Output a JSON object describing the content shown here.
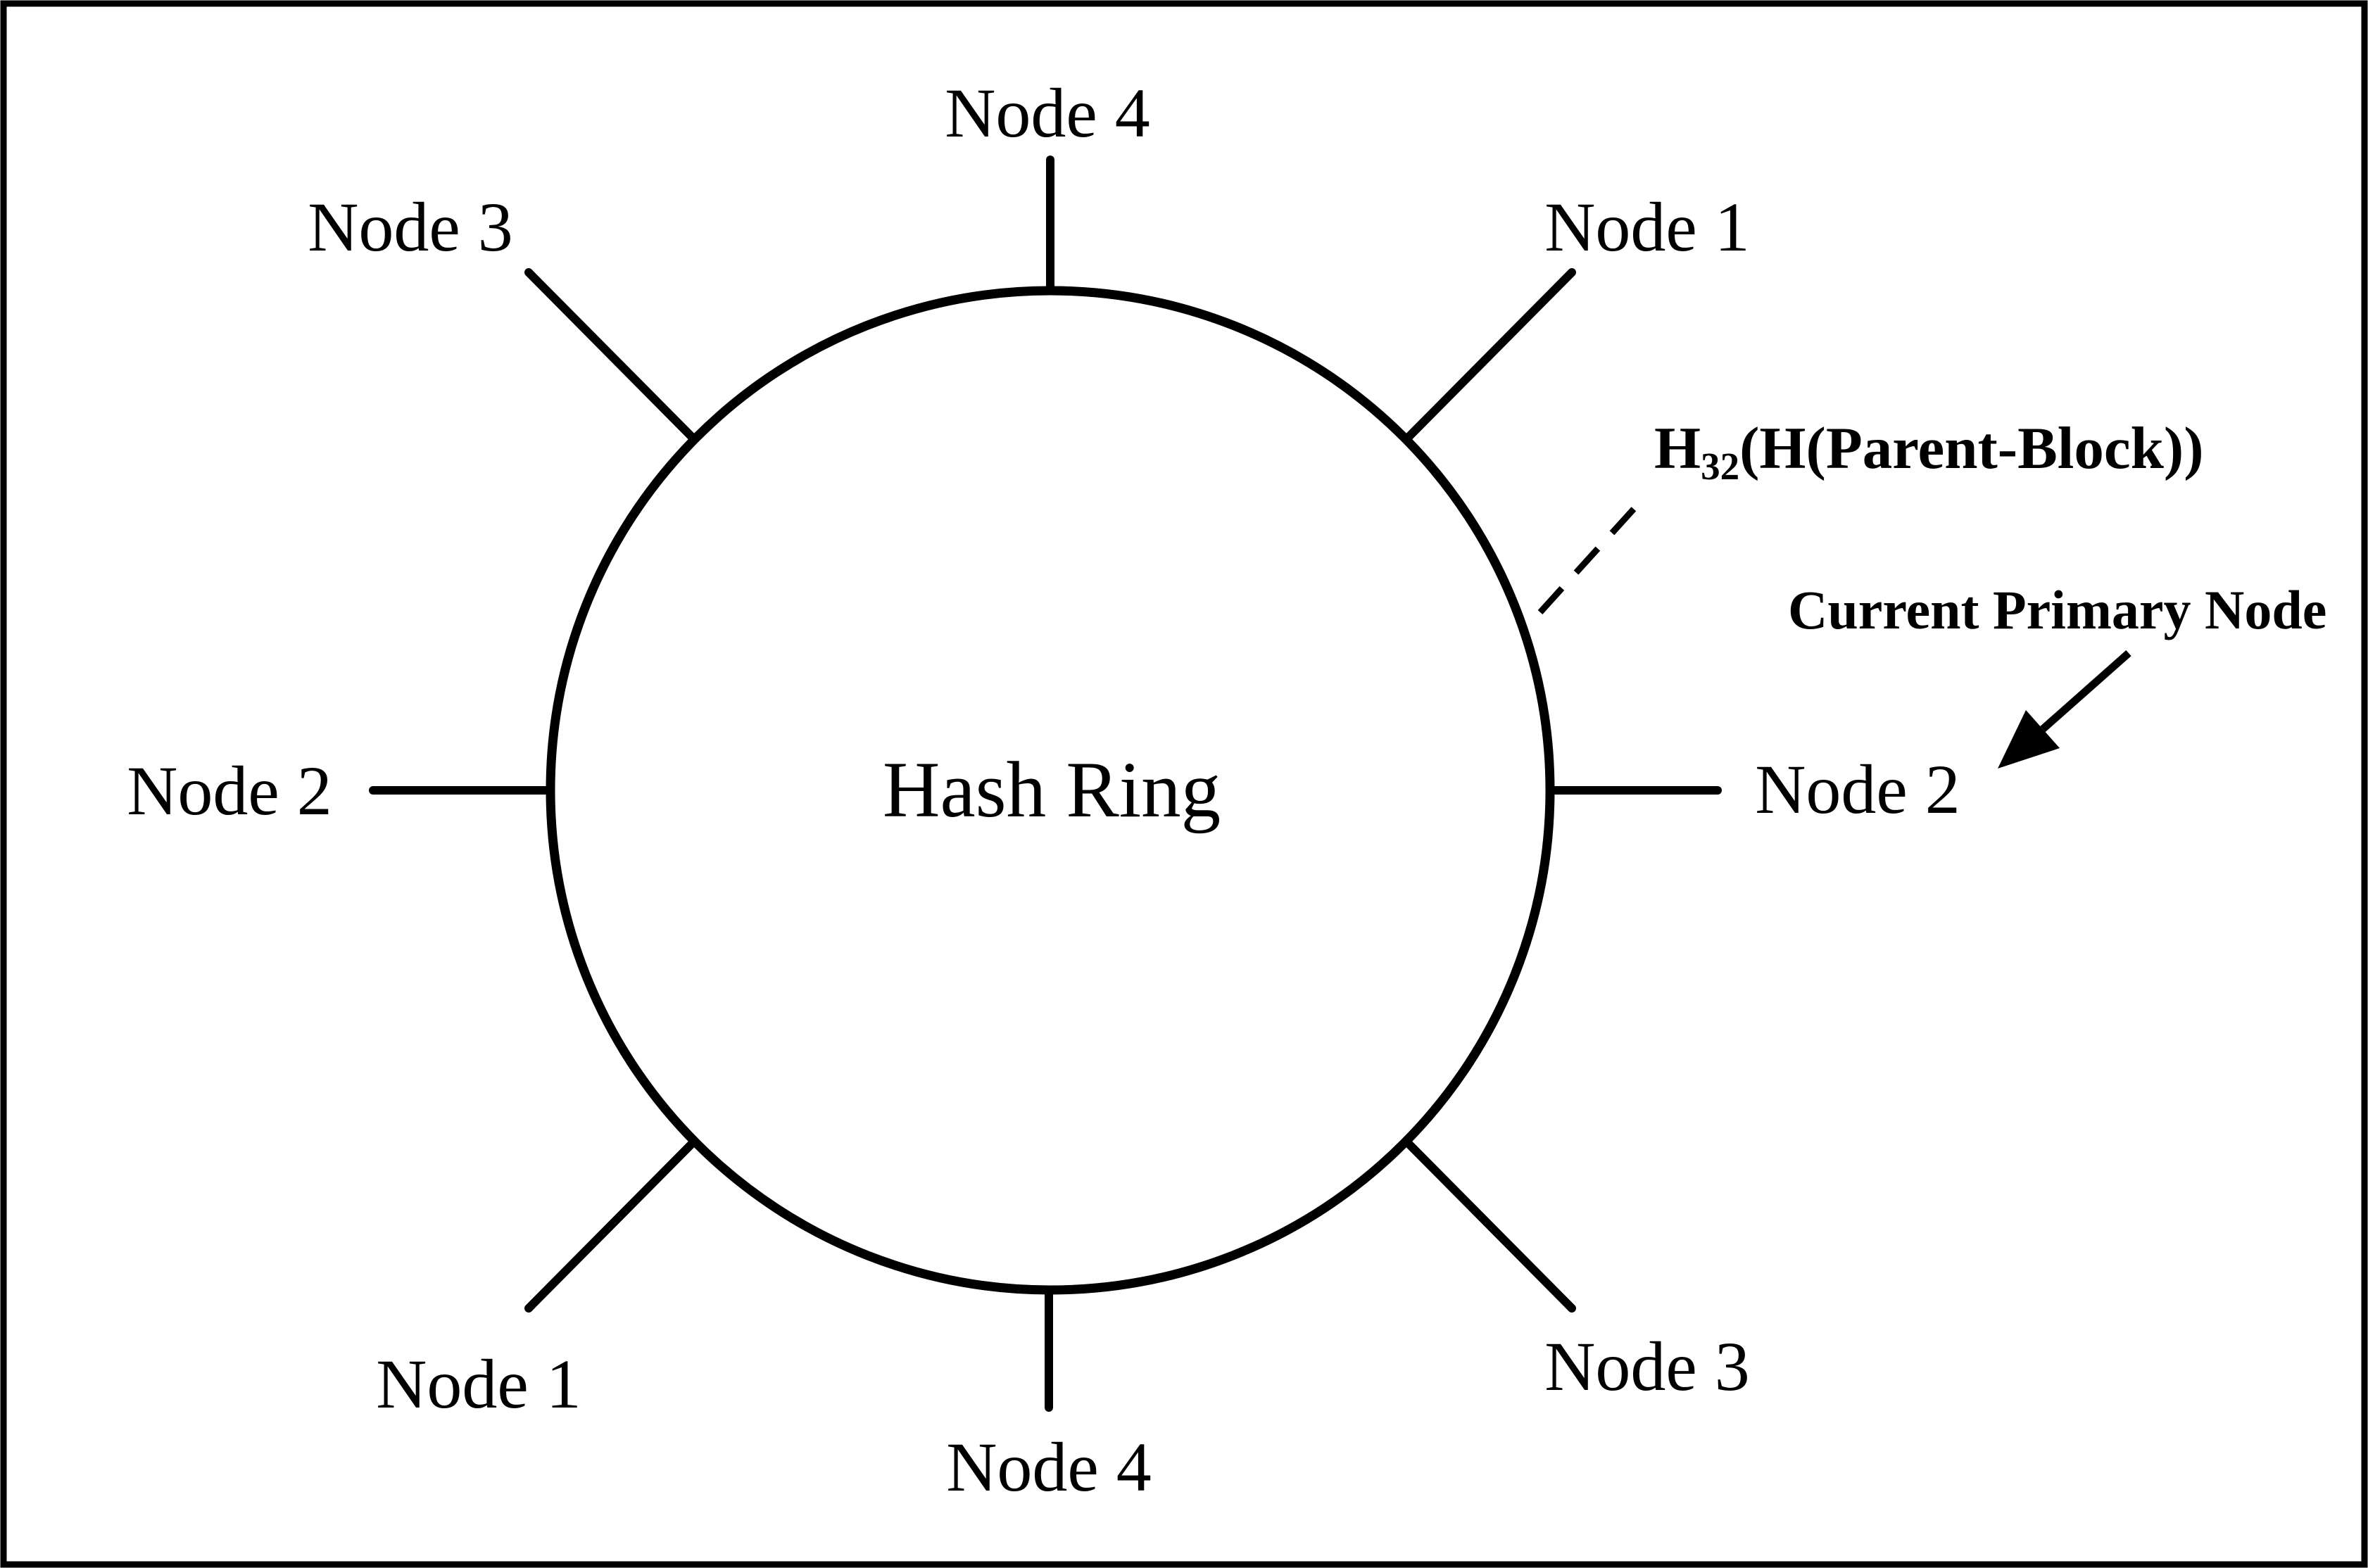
{
  "figure": {
    "background_color": "#ffffff",
    "ink_color": "#000000",
    "center_label": "Hash Ring",
    "ring_nodes": [
      {
        "position": "top",
        "label": "Node 4"
      },
      {
        "position": "top-right",
        "label": "Node 1"
      },
      {
        "position": "right",
        "label": "Node 2"
      },
      {
        "position": "bottom-right",
        "label": "Node 3"
      },
      {
        "position": "bottom",
        "label": "Node 4"
      },
      {
        "position": "bottom-left",
        "label": "Node 1"
      },
      {
        "position": "left",
        "label": "Node 2"
      },
      {
        "position": "top-left",
        "label": "Node 3"
      }
    ],
    "annotations": {
      "hash_function": {
        "base": "H",
        "subscript": "32",
        "args": "(H(Parent-Block))"
      },
      "primary_node_callout": "Current Primary Node"
    }
  }
}
